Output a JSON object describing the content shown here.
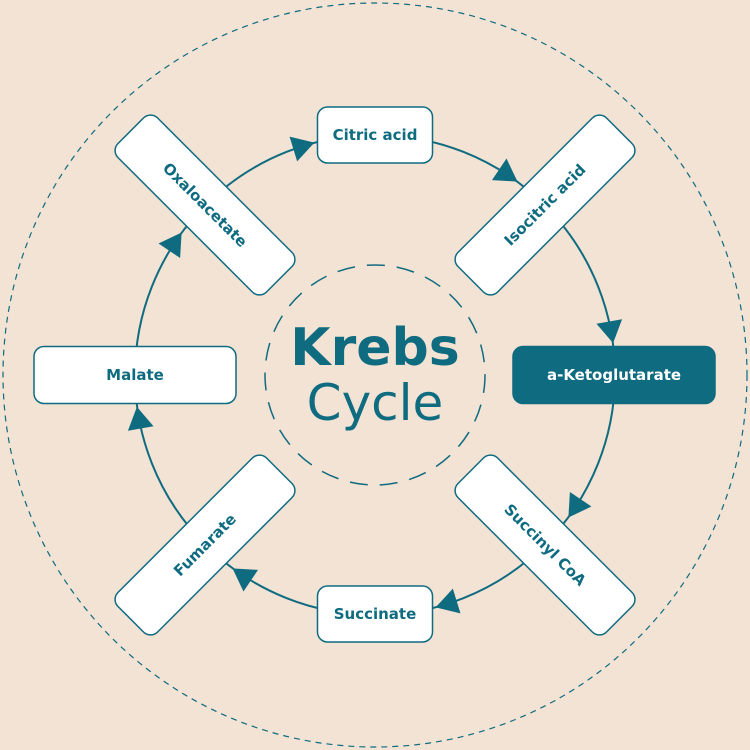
{
  "title": {
    "line1": "Krebs",
    "line2": "Cycle"
  },
  "colors": {
    "background": "#f2e3d4",
    "accent": "#0f6b80",
    "box": "#ffffff"
  },
  "steps": [
    {
      "label": "Citric acid",
      "highlighted": false
    },
    {
      "label": "Isocitric acid",
      "highlighted": false
    },
    {
      "label": "a-Ketoglutarate",
      "highlighted": true
    },
    {
      "label": "Succinyl CoA",
      "highlighted": false
    },
    {
      "label": "Succinate",
      "highlighted": false
    },
    {
      "label": "Fumarate",
      "highlighted": false
    },
    {
      "label": "Malate",
      "highlighted": false
    },
    {
      "label": "Oxaloacetate",
      "highlighted": false
    }
  ]
}
